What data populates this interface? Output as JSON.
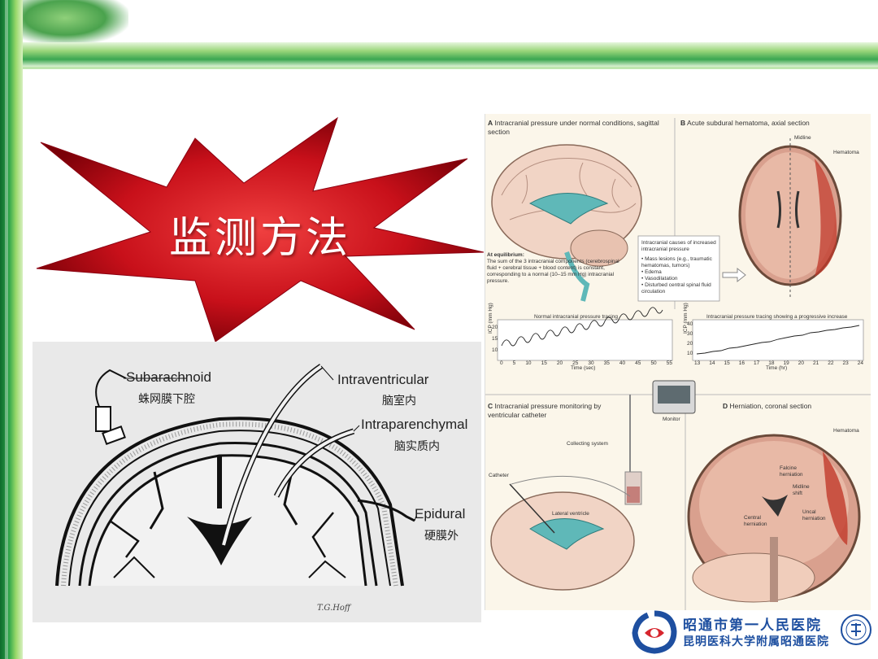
{
  "slide": {
    "title": "监测方法"
  },
  "methods_diagram": {
    "labels": [
      {
        "en": "Subarachnoid",
        "cn": "蛛网膜下腔"
      },
      {
        "en": "Intraventricular",
        "cn": "脑室内"
      },
      {
        "en": "Intraparenchymal",
        "cn": "脑实质内"
      },
      {
        "en": "Epidural",
        "cn": "硬膜外"
      }
    ],
    "signature": "T.G.Hoff"
  },
  "figure": {
    "panel_a": {
      "letter": "A",
      "title": "Intracranial pressure under normal conditions, sagittal section",
      "equilibrium_heading": "At equilibrium:",
      "equilibrium_text": "The sum of the 3 intracranial components (cerebrospinal fluid + cerebral tissue + blood content) is constant, corresponding to a normal (10–15 mm Hg) intracranial pressure."
    },
    "panel_b": {
      "letter": "B",
      "title": "Acute subdural hematoma, axial section",
      "midline_label": "Midline",
      "hematoma_label": "Hematoma"
    },
    "causes_box": {
      "title": "Intracranial causes of increased intracranial pressure",
      "items": [
        "Mass lesions (e.g., traumatic hematomas, tumors)",
        "Edema",
        "Vasodilatation",
        "Disturbed central spinal fluid circulation"
      ]
    },
    "normal_trace": {
      "title": "Normal intracranial pressure tracing",
      "ylabel": "ICP (mm Hg)",
      "xlabel": "Time (sec)",
      "yticks": [
        "20",
        "15",
        "10"
      ],
      "xticks": [
        "0",
        "5",
        "10",
        "15",
        "20",
        "25",
        "30",
        "35",
        "40",
        "45",
        "50",
        "55"
      ]
    },
    "increase_trace": {
      "title": "Intracranial pressure tracing showing a progressive increase",
      "ylabel": "ICP (mm Hg)",
      "xlabel": "Time (hr)",
      "yticks": [
        "40",
        "30",
        "20",
        "10"
      ],
      "xticks": [
        "13",
        "14",
        "15",
        "16",
        "17",
        "18",
        "19",
        "20",
        "21",
        "22",
        "23",
        "24"
      ]
    },
    "panel_c": {
      "letter": "C",
      "title": "Intracranial pressure monitoring by ventricular catheter",
      "monitor_label": "Monitor",
      "collecting_label": "Collecting system",
      "catheter_label": "Catheter",
      "ventricle_label": "Lateral ventricle"
    },
    "panel_d": {
      "letter": "D",
      "title": "Herniation, coronal section",
      "hematoma_label": "Hematoma",
      "falcine_label": "Falcine herniation",
      "midline_shift_label": "Midline shift",
      "central_label": "Central herniation",
      "uncal_label": "Uncal herniation"
    }
  },
  "logo": {
    "line1": "昭通市第一人民医院",
    "line2": "昆明医科大学附属昭通医院"
  },
  "colors": {
    "frame_green": "#2fa64a",
    "burst_red": "#c8101a",
    "logo_blue": "#1e4fa0",
    "csf_teal": "#5fb8b8",
    "hematoma_red": "#c0392b"
  }
}
